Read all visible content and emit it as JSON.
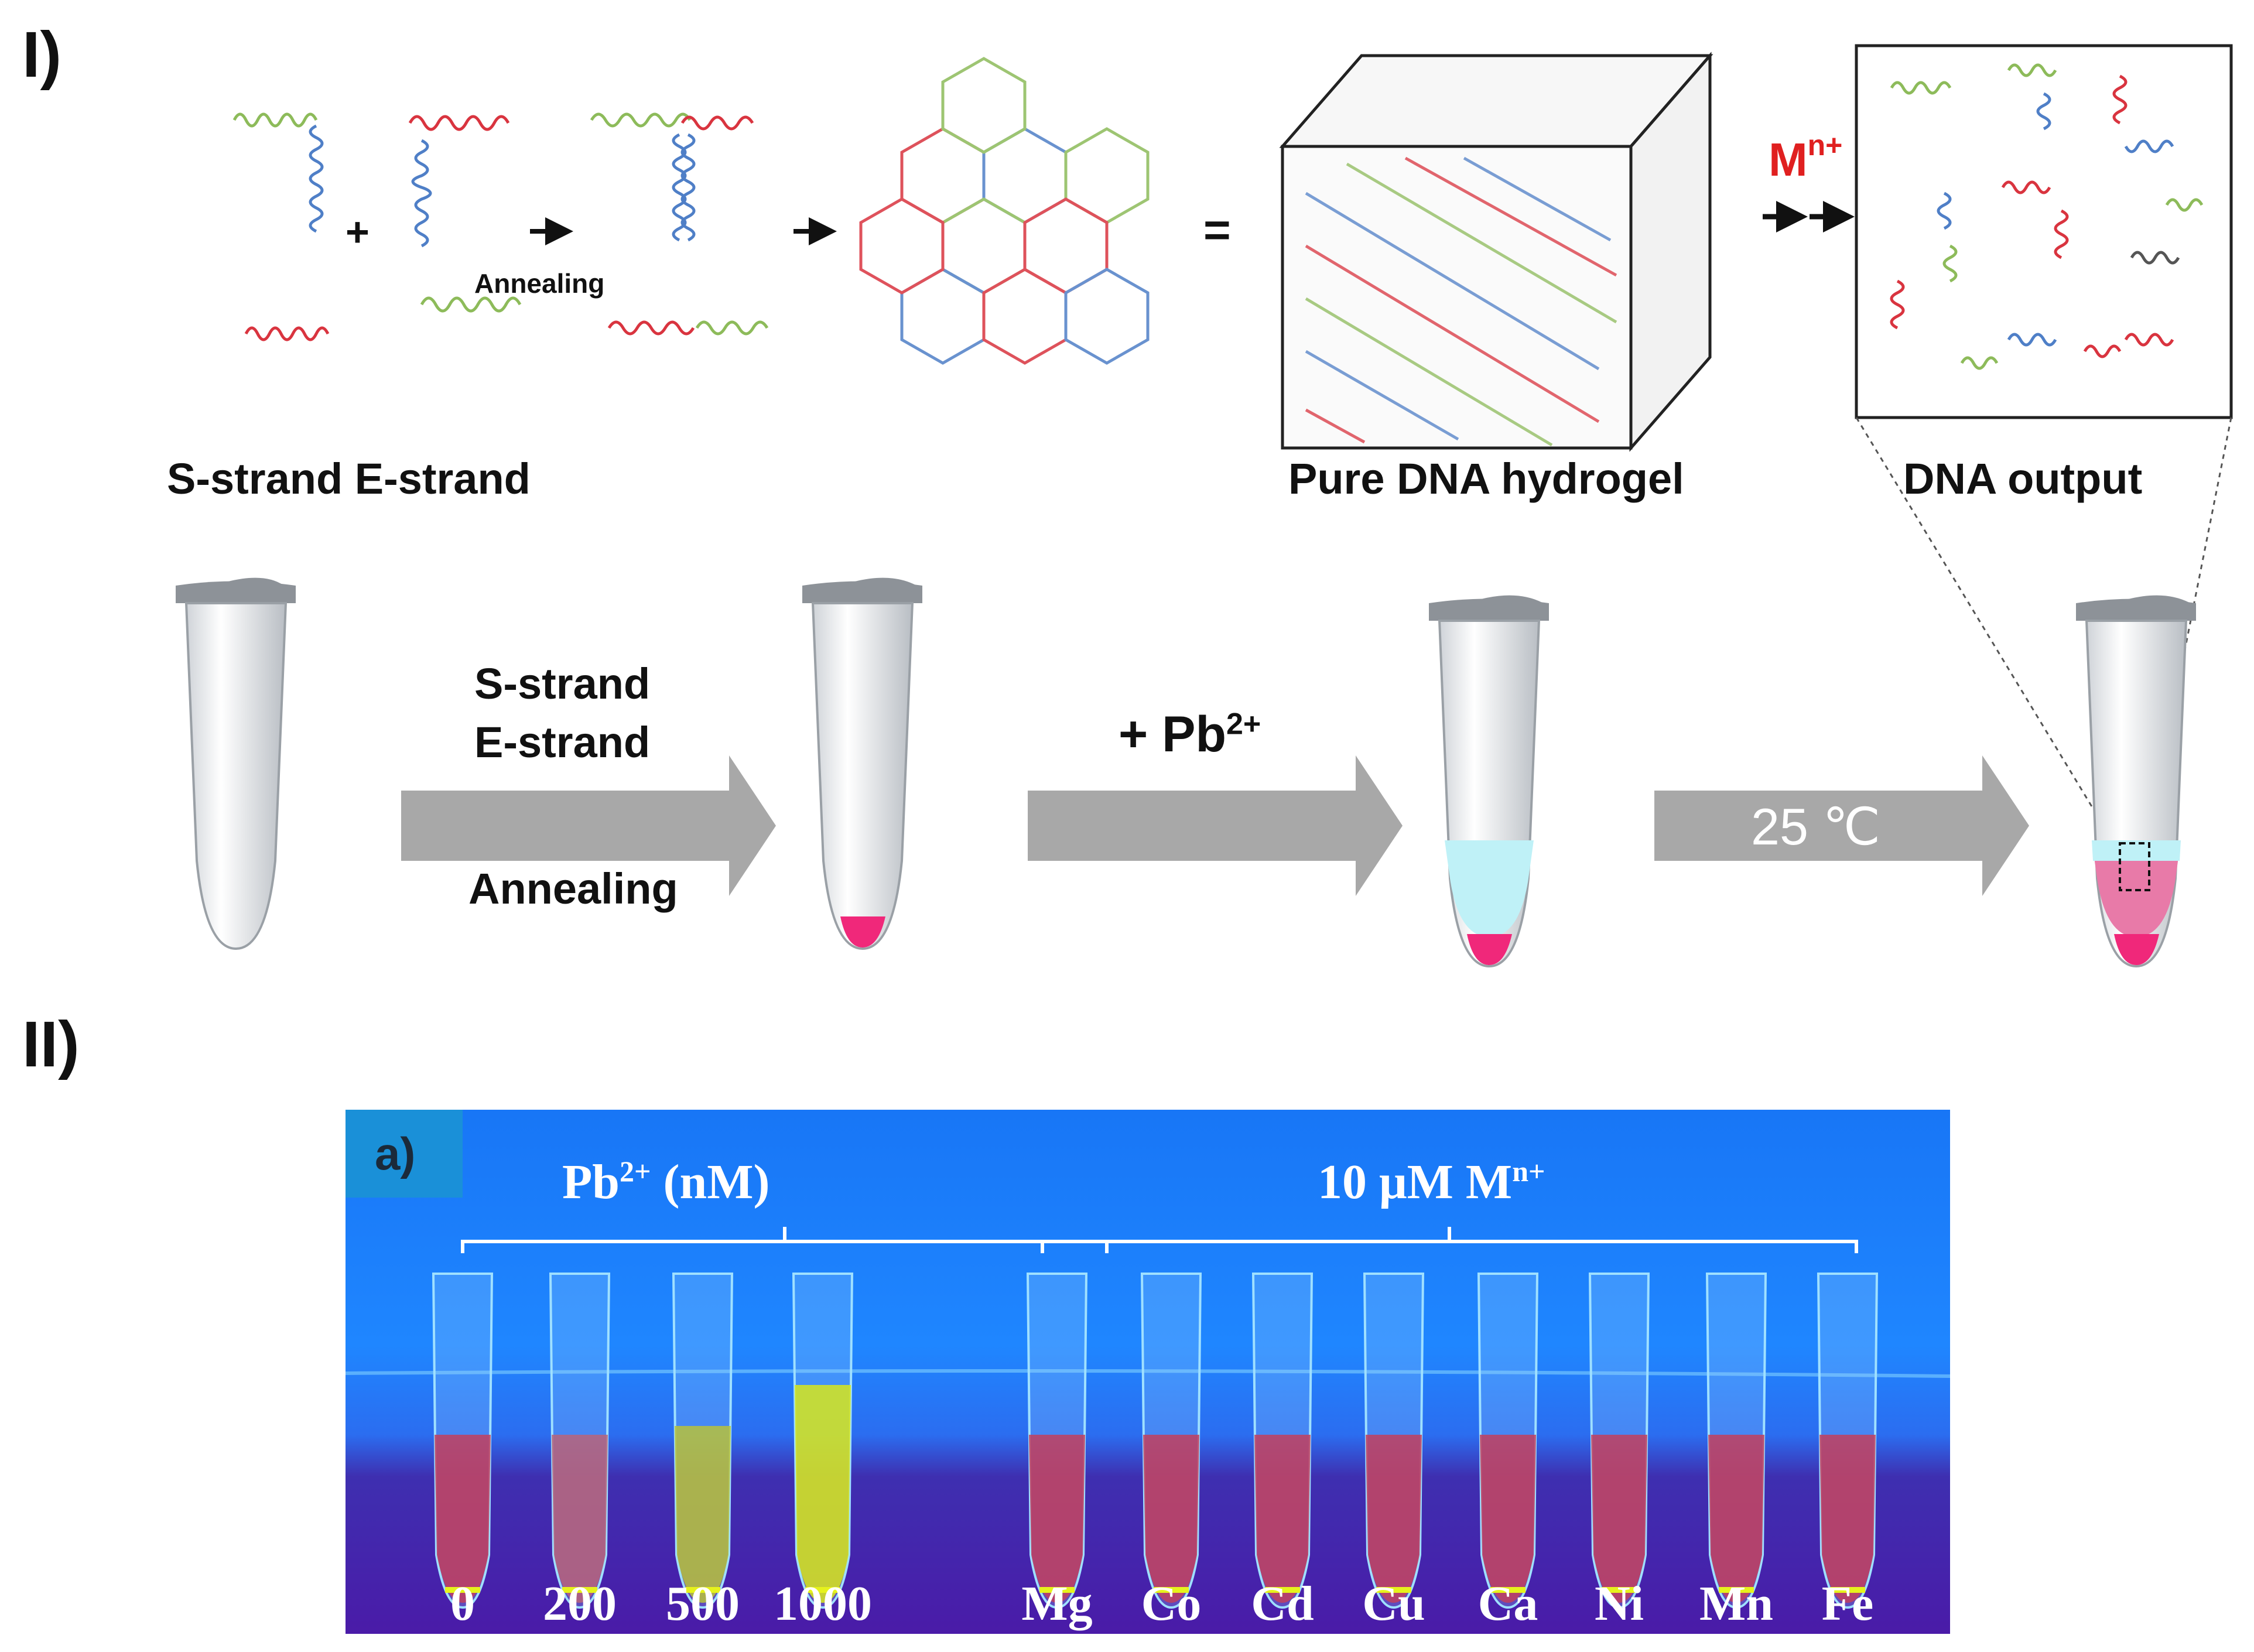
{
  "panel_labels": {
    "top": "I)",
    "bottom": "II)"
  },
  "scheme": {
    "annealing_small": "Annealing",
    "mn_plus_base": "M",
    "mn_plus_sup": "n+",
    "strand_caption": "S-strand E-strand",
    "hydrogel_caption": "Pure DNA hydrogel",
    "output_caption": "DNA output",
    "plus_symbol": "+",
    "equals_symbol": "=",
    "colors": {
      "red_strand": "#d9343f",
      "green_strand": "#8dbb5a",
      "blue_strand": "#4f7fc7",
      "pink_gel": "#f0287a",
      "cyan_liquid": "#bff1f7",
      "mn_red": "#e02020"
    }
  },
  "process": {
    "arrow1_line1": "S-strand",
    "arrow1_line2": "E-strand",
    "arrow1_below": "Annealing",
    "arrow2_above_base": "+ Pb",
    "arrow2_above_sup": "2+",
    "arrow3_inside": "25 ℃"
  },
  "photo": {
    "panel_tag": "a)",
    "group1_base": "Pb",
    "group1_sup": "2+",
    "group1_unit": " (nM)",
    "group2_base": "10 μM M",
    "group2_sup": "n+",
    "tube_labels": [
      "0",
      "200",
      "500",
      "1000",
      "Mg",
      "Co",
      "Cd",
      "Cu",
      "Ca",
      "Ni",
      "Mn",
      "Fe"
    ],
    "tube_fill": [
      "pink",
      "pink-yellow",
      "yellow-mid",
      "yellow-full",
      "pink",
      "pink",
      "pink",
      "pink",
      "pink",
      "pink",
      "pink",
      "pink"
    ]
  }
}
